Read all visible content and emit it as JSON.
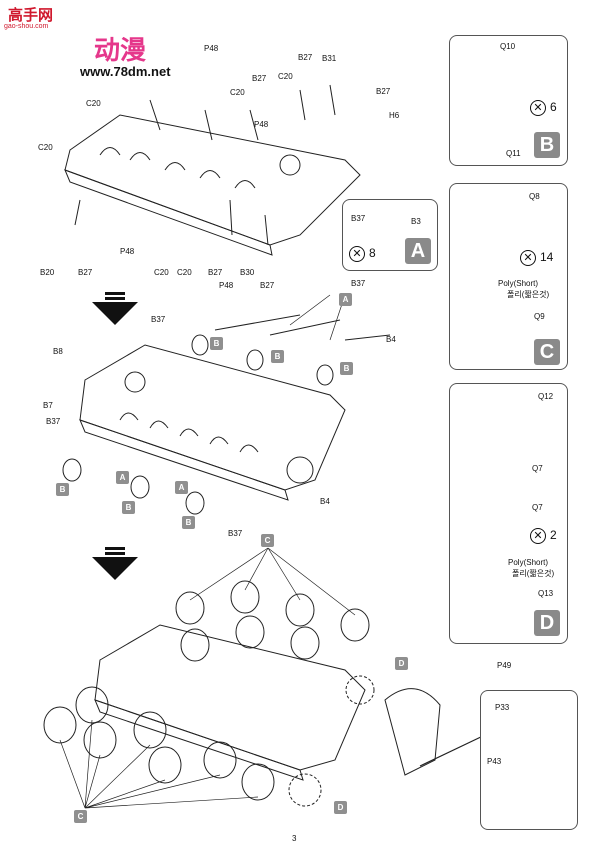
{
  "watermark": {
    "site_name": "高手网",
    "site_domain": "gao-shou.com",
    "brand_cn": "动漫",
    "url": "www.78dm.net"
  },
  "page_number": "3",
  "step1_labels": [
    {
      "id": "p48a",
      "text": "P48"
    },
    {
      "id": "b27a",
      "text": "B27"
    },
    {
      "id": "b31",
      "text": "B31"
    },
    {
      "id": "c20a",
      "text": "C20"
    },
    {
      "id": "b27b",
      "text": "B27"
    },
    {
      "id": "c20b",
      "text": "C20"
    },
    {
      "id": "b27c",
      "text": "B27"
    },
    {
      "id": "c20c",
      "text": "C20"
    },
    {
      "id": "p48b",
      "text": "P48"
    },
    {
      "id": "h6",
      "text": "H6"
    },
    {
      "id": "c20d",
      "text": "C20"
    },
    {
      "id": "p48c",
      "text": "P48"
    },
    {
      "id": "b20",
      "text": "B20"
    },
    {
      "id": "b27d",
      "text": "B27"
    },
    {
      "id": "c20e",
      "text": "C20"
    },
    {
      "id": "c20f",
      "text": "C20"
    },
    {
      "id": "b27e",
      "text": "B27"
    },
    {
      "id": "b30",
      "text": "B30"
    },
    {
      "id": "p48d",
      "text": "P48"
    },
    {
      "id": "b27f",
      "text": "B27"
    }
  ],
  "step2_labels": [
    {
      "id": "b37a",
      "text": "B37"
    },
    {
      "id": "b37b",
      "text": "B37"
    },
    {
      "id": "b8",
      "text": "B8"
    },
    {
      "id": "b4a",
      "text": "B4"
    },
    {
      "id": "b7",
      "text": "B7"
    },
    {
      "id": "b37c",
      "text": "B37"
    },
    {
      "id": "b4b",
      "text": "B4"
    },
    {
      "id": "b37d",
      "text": "B37"
    }
  ],
  "step3_labels": [
    {
      "id": "p49",
      "text": "P49"
    },
    {
      "id": "p33",
      "text": "P33"
    },
    {
      "id": "p43",
      "text": "P43"
    }
  ],
  "badges": [
    "A",
    "B",
    "C",
    "D"
  ],
  "panel_A": {
    "letter": "A",
    "labels": [
      "B37",
      "B3"
    ],
    "qty": "8"
  },
  "panel_B": {
    "letter": "B",
    "labels": [
      "Q10",
      "Q11"
    ],
    "qty": "6"
  },
  "panel_C": {
    "letter": "C",
    "labels": [
      "Q8",
      "Q9",
      "Poly(Short)",
      "폴리(짧은것)"
    ],
    "qty": "14"
  },
  "panel_D": {
    "letter": "D",
    "labels": [
      "Q12",
      "Q7",
      "Q7",
      "Poly(Short)",
      "폴리(짧은것)",
      "Q13"
    ],
    "qty": "2"
  },
  "colors": {
    "badge": "#8f8f8f",
    "line": "#111111",
    "watermark_red": "#d0182d",
    "watermark_pink": "#e5378b"
  }
}
